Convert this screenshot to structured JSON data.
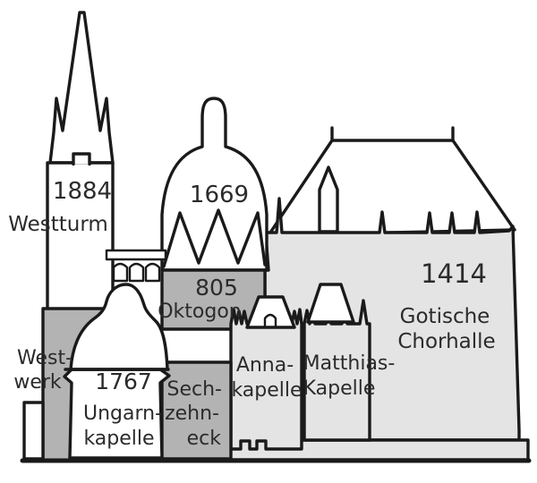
{
  "diagram_subject": "cathedral-building-phases-elevation",
  "buildings": {
    "westturm": {
      "year": "1884",
      "label": "Westturm"
    },
    "barockkuppel": {
      "year": "1669"
    },
    "oktogon": {
      "year": "805",
      "label": "Oktogon"
    },
    "westwerk": {
      "label_line1": "West-",
      "label_line2": "werk"
    },
    "ungarnkapelle": {
      "year": "1767",
      "label_line1": "Ungarn-",
      "label_line2": "kapelle"
    },
    "sechzehneck": {
      "label_line1": "Sech-",
      "label_line2": "zehn-",
      "label_line3": "eck"
    },
    "annakapelle": {
      "label_line1": "Anna-",
      "label_line2": "kapelle"
    },
    "matthiaskapelle": {
      "label_line1": "Matthias-",
      "label_line2": "Kapelle"
    },
    "gotische_chorhalle": {
      "year": "1414",
      "label_line1": "Gotische",
      "label_line2": "Chorhalle"
    }
  },
  "colors": {
    "background": "#ffffff",
    "building_white": "#ffffff",
    "building_light_gray": "#e4e4e4",
    "building_dark_gray": "#b3b3b3",
    "outline": "#1a1a1a",
    "text": "#2b2b2b"
  }
}
